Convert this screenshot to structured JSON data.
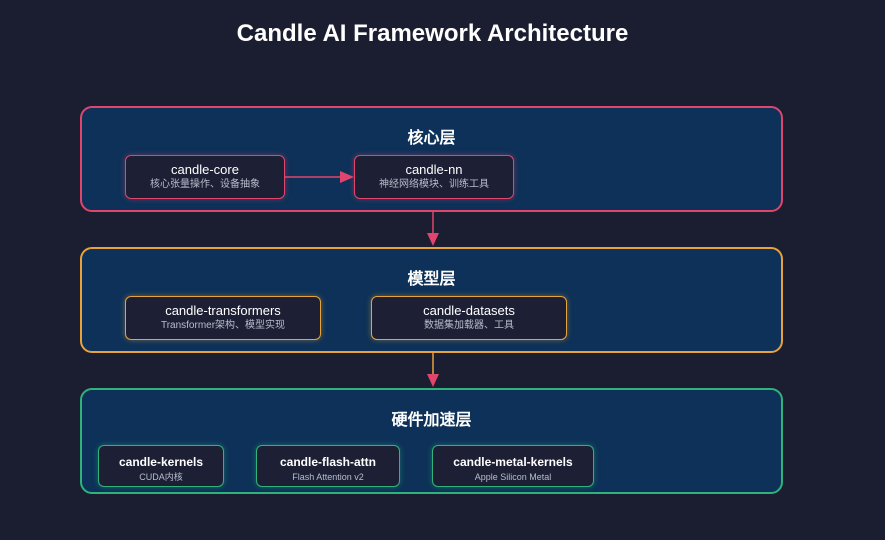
{
  "title": "Candle AI Framework Architecture",
  "colors": {
    "core": "#e0456d",
    "model": "#e8a23a",
    "hardware": "#2fb37a"
  },
  "layers": [
    {
      "title": "核心层",
      "modules": [
        {
          "name": "candle-core",
          "desc": "核心张量操作、设备抽象"
        },
        {
          "name": "candle-nn",
          "desc": "神经网络模块、训练工具"
        }
      ]
    },
    {
      "title": "模型层",
      "modules": [
        {
          "name": "candle-transformers",
          "desc": "Transformer架构、模型实现"
        },
        {
          "name": "candle-datasets",
          "desc": "数据集加载器、工具"
        }
      ]
    },
    {
      "title": "硬件加速层",
      "modules": [
        {
          "name": "candle-kernels",
          "desc": "CUDA内核"
        },
        {
          "name": "candle-flash-attn",
          "desc": "Flash Attention v2"
        },
        {
          "name": "candle-metal-kernels",
          "desc": "Apple Silicon Metal"
        }
      ]
    }
  ]
}
